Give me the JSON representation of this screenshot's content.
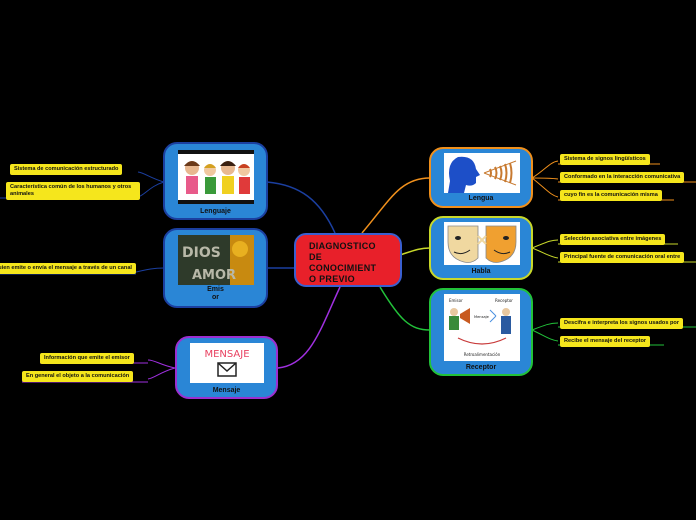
{
  "central": {
    "lines": [
      "DIAGNOSTICO",
      "DE",
      "CONOCIMIENT",
      "O PREVIO"
    ],
    "color": "#e8202a"
  },
  "topics": {
    "lenguaje": {
      "label": "Lenguaje",
      "border": "#1b3fa0",
      "leaves": [
        "Sistema de comunicación estructurado",
        "Característica común de los humanos y otros animales"
      ]
    },
    "emisor": {
      "label_lines": [
        "Emis",
        "or"
      ],
      "image_text": [
        "DIOS",
        "AMOR"
      ],
      "border": "#1b3fa0",
      "leaves": [
        "Es quien emite o envía el mensaje a través de un canal"
      ]
    },
    "mensaje": {
      "label": "Mensaje",
      "image_text": "MENSAJE",
      "border": "#9c2fd0",
      "leaves": [
        "Información que emite el emisor",
        "En general el objeto a la comunicación"
      ]
    },
    "lengua": {
      "label": "Lengua",
      "border": "#f0901c",
      "leaves": [
        "Sistema de signos lingüísticos",
        "Conformado en la interacción comunicativa",
        "cuyo fin es la comunicación misma"
      ]
    },
    "habla": {
      "label": "Habla",
      "border": "#c8d82a",
      "leaves": [
        "Selección asociativa entre imágenes",
        "Principal fuente de comunicación oral entre"
      ]
    },
    "receptor": {
      "label": "Receptor",
      "border": "#22c23a",
      "image_text": {
        "emisor": "Emisor",
        "receptor": "Receptor",
        "mensaje": "Mensaje",
        "retro": "Retroalimentación"
      },
      "leaves": [
        "Descifra e interpreta los signos usados por",
        "Recibe el mensaje del receptor"
      ]
    }
  },
  "colors": {
    "background": "#000000",
    "topic_fill": "#2a86d6",
    "leaf_fill": "#f5e61c"
  }
}
